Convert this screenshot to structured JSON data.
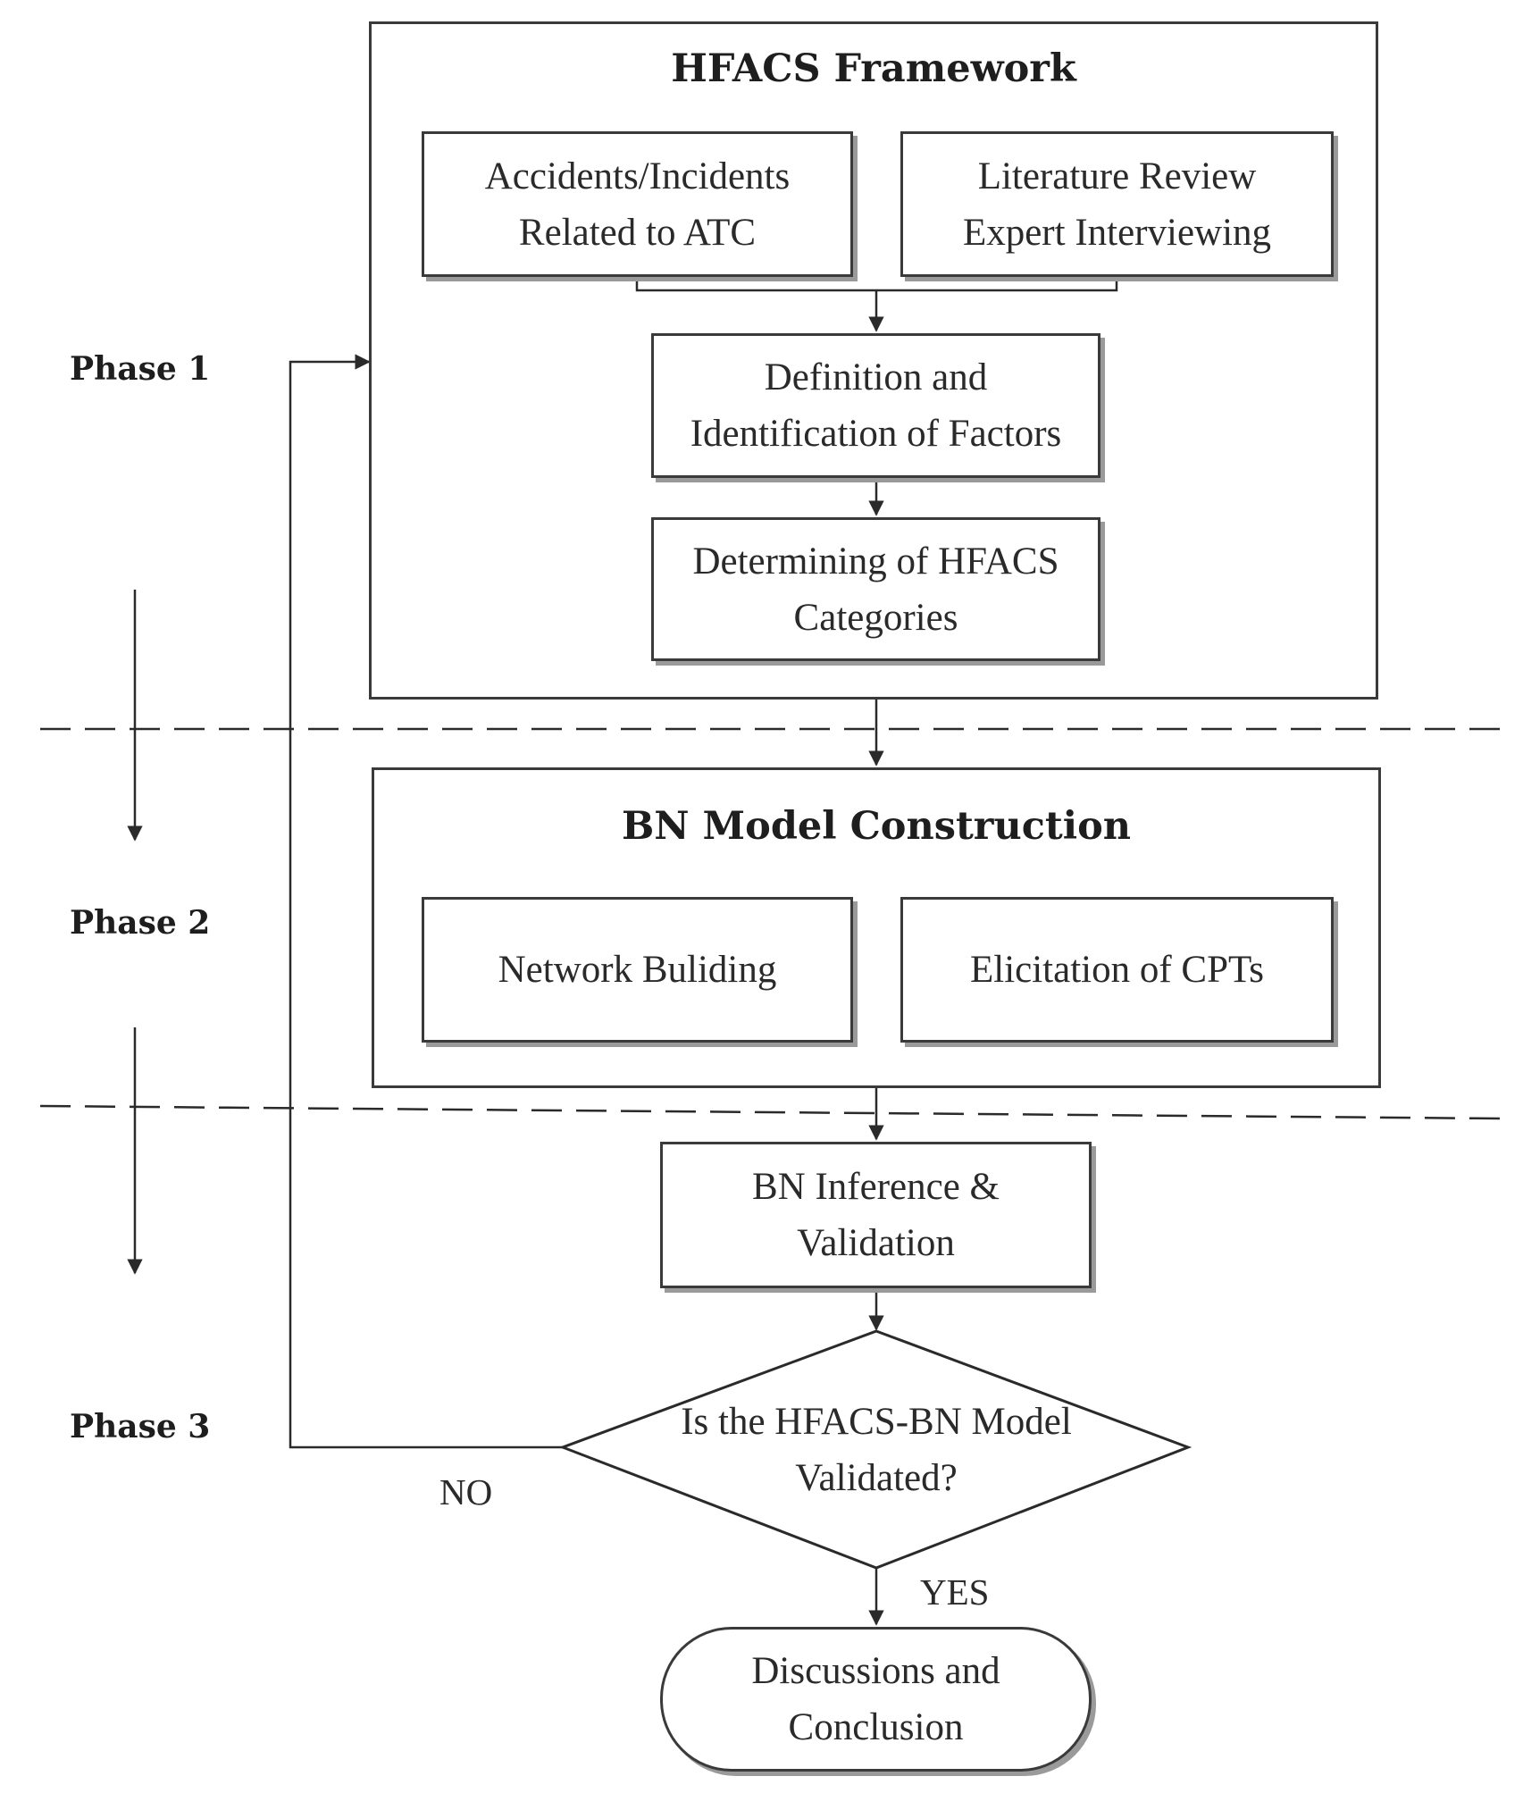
{
  "phases": {
    "phase1": "Phase 1",
    "phase2": "Phase 2",
    "phase3": "Phase 3"
  },
  "hfacs_framework": {
    "title": "HFACS Framework",
    "box_accidents": "Accidents/Incidents\nRelated to ATC",
    "box_literature": "Literature Review\nExpert Interviewing",
    "box_definition": "Definition and\nIdentification of Factors",
    "box_determining": "Determining of HFACS\nCategories"
  },
  "bn_construction": {
    "title": "BN Model Construction",
    "box_network": "Network Buliding",
    "box_elicitation": "Elicitation of CPTs"
  },
  "phase3_flow": {
    "box_inference": "BN Inference &\nValidation",
    "decision": "Is the HFACS-BN Model\nValidated?",
    "label_no": "NO",
    "label_yes": "YES",
    "terminal": "Discussions and\nConclusion"
  },
  "colors": {
    "line": "#2a2a2a",
    "border": "#3a3a3a",
    "shadow": "#9a9a9a",
    "text": "#2a2a2a"
  }
}
